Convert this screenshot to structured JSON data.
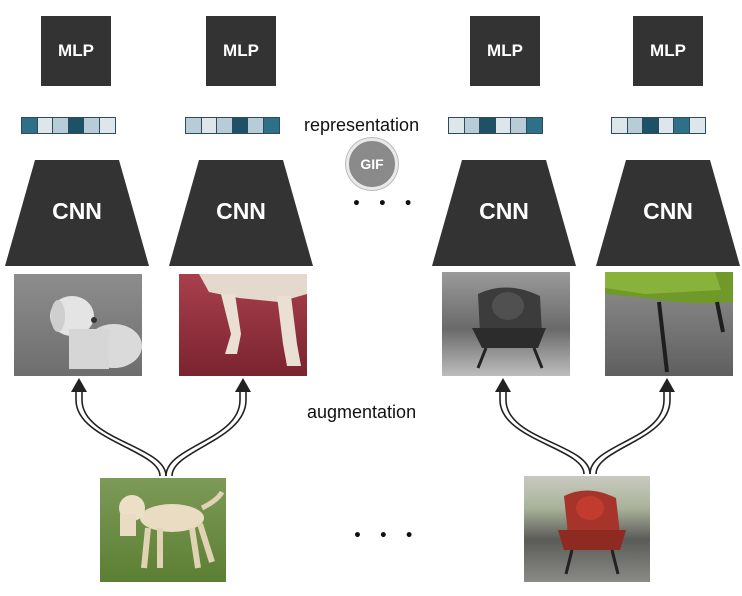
{
  "mlp_label": "MLP",
  "cnn_label": "CNN",
  "representation_label": "representation",
  "augmentation_label": "augmentation",
  "ellipsis": "• • •",
  "gif_badge": "GIF",
  "columns": [
    {
      "rep": [
        "#2f7089",
        "#dde6ea",
        "#b7ccd6",
        "#1d5266",
        "#b7ccd6",
        "#dde6ea"
      ],
      "view": "dog grayscale view"
    },
    {
      "rep": [
        "#b7ccd6",
        "#dde6ea",
        "#b7ccd6",
        "#1d5266",
        "#b7ccd6",
        "#2f7089"
      ],
      "view": "dog red-tinted crop view"
    },
    {
      "rep": [
        "#dde6ea",
        "#b7ccd6",
        "#1d5266",
        "#dde6ea",
        "#b7ccd6",
        "#2f7089"
      ],
      "view": "chair grayscale view"
    },
    {
      "rep": [
        "#dde6ea",
        "#b7ccd6",
        "#1d5266",
        "#dde6ea",
        "#2f7089",
        "#dde6ea"
      ],
      "view": "chair green-tinted crop view"
    }
  ],
  "colors": {
    "block": "#333333",
    "rep_border": "#2d4b5c",
    "arrow": "#222222"
  }
}
